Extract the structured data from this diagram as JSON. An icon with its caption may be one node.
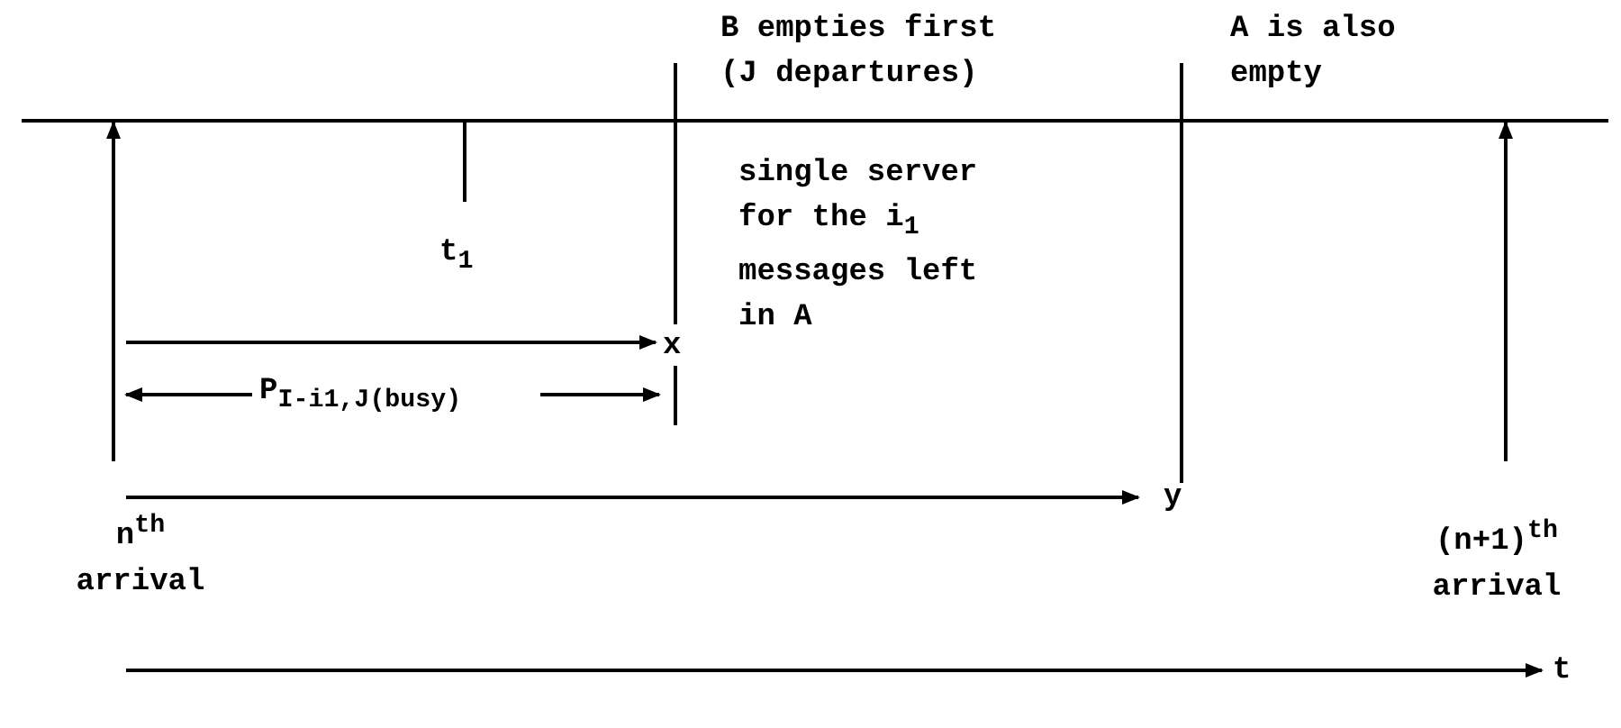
{
  "diagram": {
    "labels": [
      "B empties first (J departures)",
      "A is also empty",
      "single server for the i$_{1}$ messages left in A",
      "t$_{1}$",
      "x",
      "P$_{I-i1,J}$$_{(busy)}$",
      "y",
      "n$^{th}$ arrival",
      "(n+1)$^{th}$ arrival",
      "t"
    ]
  }
}
